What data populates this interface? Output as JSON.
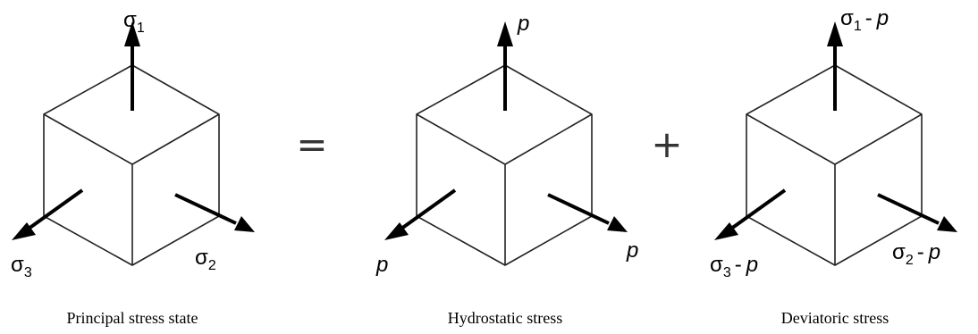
{
  "equation": {
    "equals": "=",
    "plus": "+"
  },
  "panels": [
    {
      "caption": "Principal stress state",
      "top": {
        "symbol": "σ",
        "sub": "1",
        "suffix": ""
      },
      "left": {
        "symbol": "σ",
        "sub": "3",
        "suffix": ""
      },
      "right": {
        "symbol": "σ",
        "sub": "2",
        "suffix": ""
      }
    },
    {
      "caption": "Hydrostatic stress",
      "top": {
        "symbol": "",
        "sub": "",
        "suffix": "p"
      },
      "left": {
        "symbol": "",
        "sub": "",
        "suffix": "p"
      },
      "right": {
        "symbol": "",
        "sub": "",
        "suffix": "p"
      }
    },
    {
      "caption": "Deviatoric stress",
      "top": {
        "symbol": "σ",
        "sub": "1",
        "suffix": "p"
      },
      "left": {
        "symbol": "σ",
        "sub": "3",
        "suffix": "p"
      },
      "right": {
        "symbol": "σ",
        "sub": "2",
        "suffix": "p"
      }
    }
  ],
  "minus": "-"
}
